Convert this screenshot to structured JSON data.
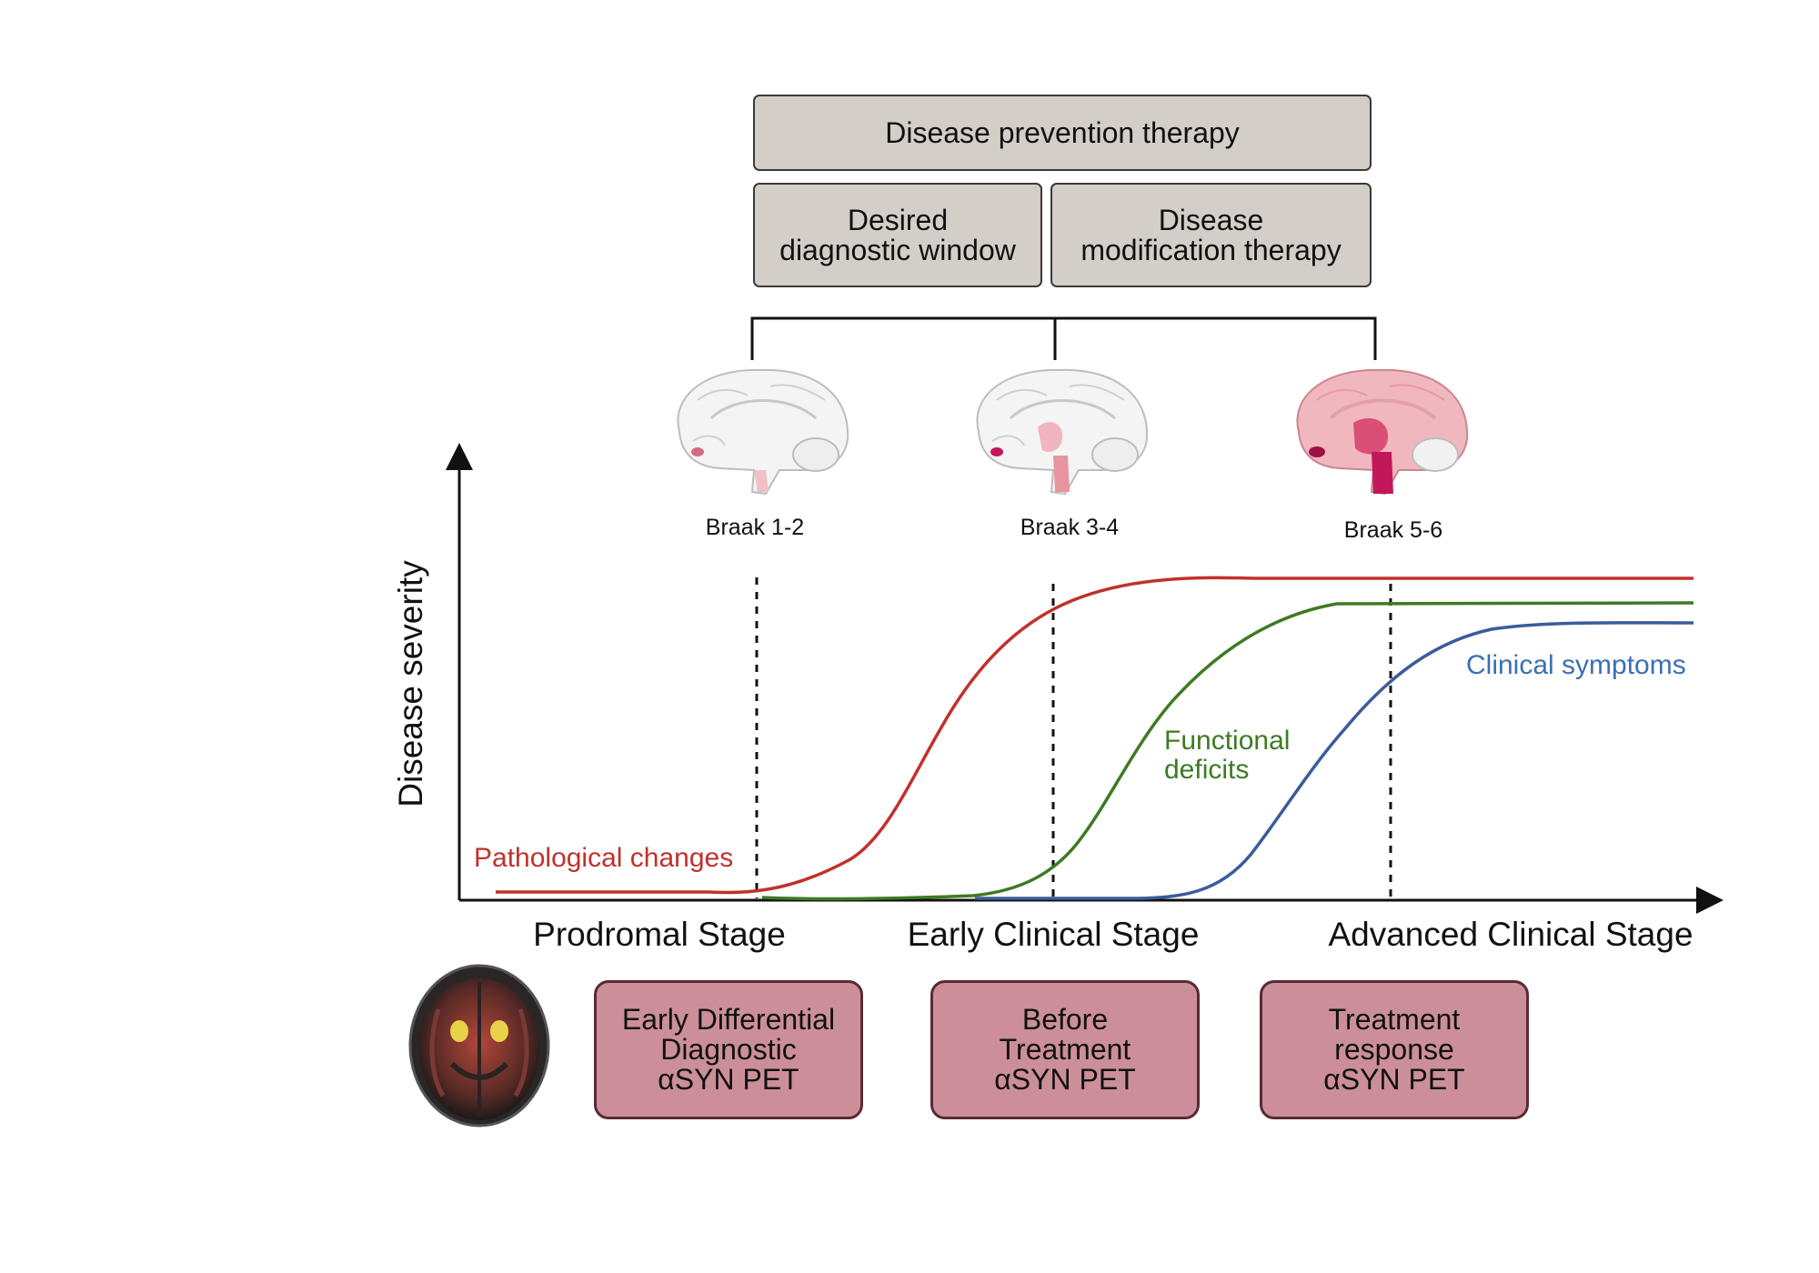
{
  "therapy_boxes": {
    "prevention": "Disease prevention therapy",
    "diagnostic_window": [
      "Desired",
      "diagnostic window"
    ],
    "modification": [
      "Disease",
      "modification therapy"
    ]
  },
  "braak_stages": [
    "Braak 1-2",
    "Braak 3-4",
    "Braak 5-6"
  ],
  "axes": {
    "y_label": "Disease severity"
  },
  "stages": [
    "Prodromal Stage",
    "Early Clinical Stage",
    "Advanced Clinical Stage"
  ],
  "series": {
    "pathological": {
      "label": "Pathological changes",
      "color": "#c0312b"
    },
    "functional": {
      "label": [
        "Functional",
        "deficits"
      ],
      "color": "#3e7a22"
    },
    "clinical": {
      "label": "Clinical symptoms",
      "color": "#3a70b4"
    }
  },
  "pet_boxes": [
    [
      "Early Differential",
      "Diagnostic",
      "αSYN PET"
    ],
    [
      "Before",
      "Treatment",
      "αSYN PET"
    ],
    [
      "Treatment",
      "response",
      "αSYN PET"
    ]
  ],
  "icons": {
    "brains": [
      "brain-sagittal-icon",
      "brain-sagittal-icon",
      "brain-sagittal-icon"
    ],
    "pet_scan": "pet-scan-axial-image-icon"
  },
  "colors": {
    "grey_box": "#d3cec8",
    "pet_box": "#cc8f99",
    "brain_early": "#e8a4ae",
    "brain_late": "#c2185b"
  }
}
